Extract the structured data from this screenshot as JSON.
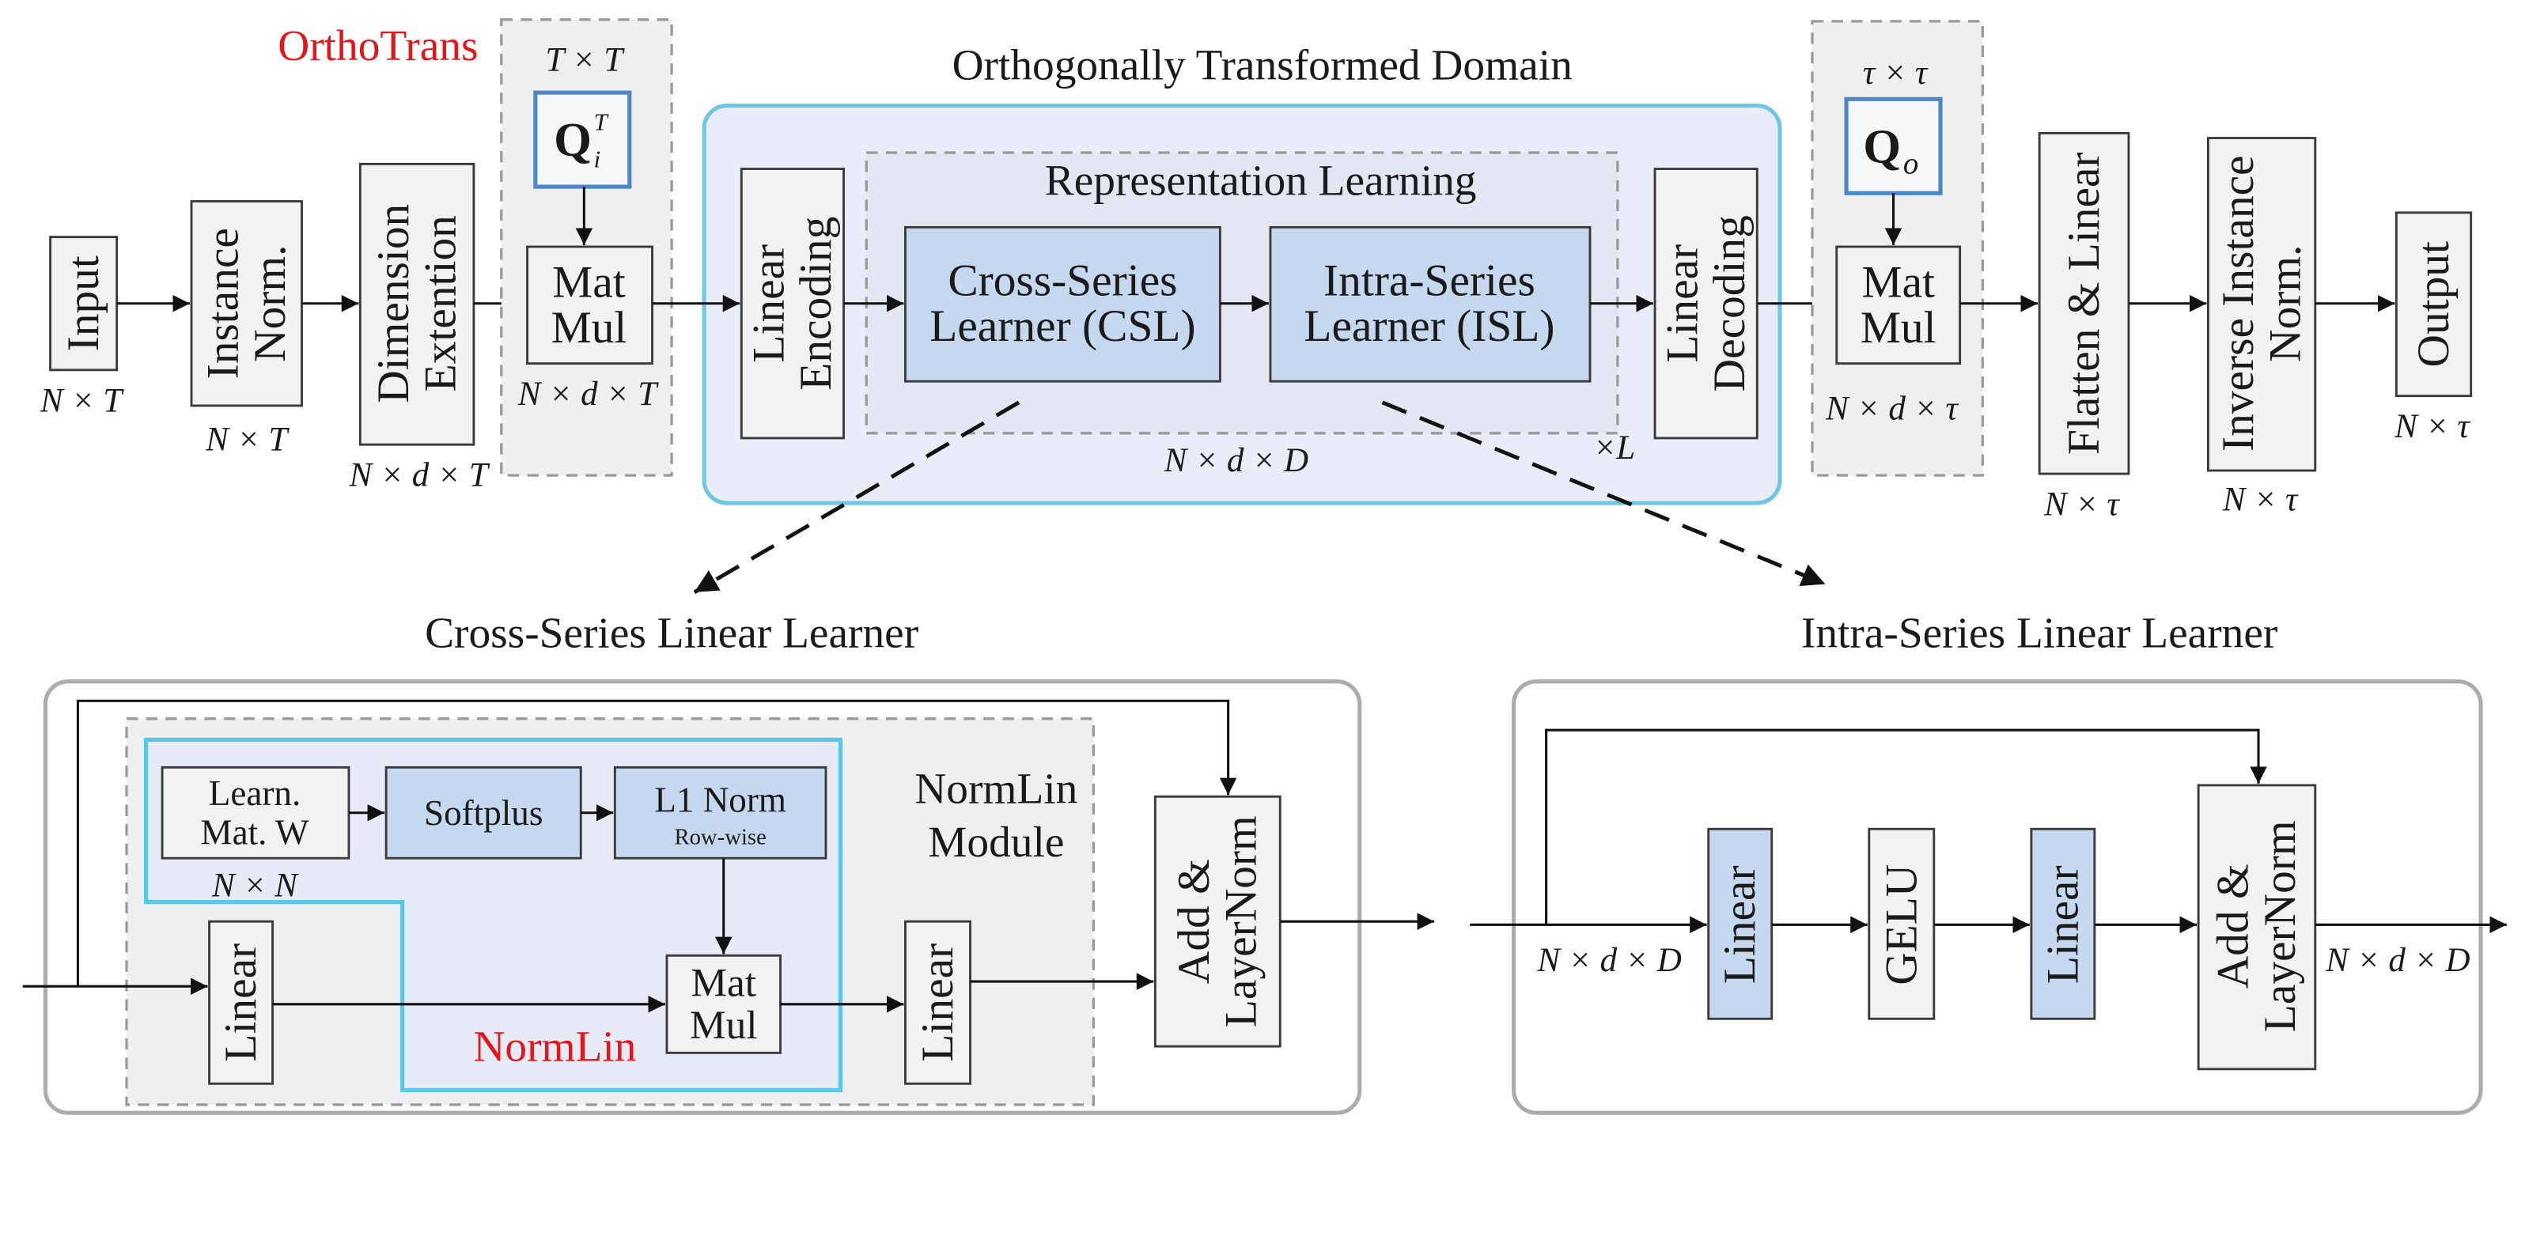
{
  "top": {
    "orthotrans_label": "OrthoTrans",
    "input": {
      "label": "Input",
      "shape": "N × T"
    },
    "instance_norm": {
      "lines": [
        "Instance",
        "Norm."
      ],
      "shape": "N × T"
    },
    "dimension_extension": {
      "lines": [
        "Dimension",
        "Extention"
      ],
      "shape": "N × d × T"
    },
    "forward_transform": {
      "matrix_size": "T × T",
      "q": {
        "base": "Q",
        "sub": "i",
        "sup": "T"
      },
      "matmul": [
        "Mat",
        "Mul"
      ],
      "shape": "N × d × T"
    },
    "domain": {
      "title": "Orthogonally Transformed Domain",
      "linear_encoding": [
        "Linear",
        "Encoding"
      ],
      "representation_learning": {
        "title": "Representation Learning",
        "csl": [
          "Cross-Series",
          "Learner (CSL)"
        ],
        "isl": [
          "Intra-Series",
          "Learner (ISL)"
        ],
        "repeat": "×L",
        "shape": "N × d × D"
      },
      "linear_decoding": [
        "Linear",
        "Decoding"
      ]
    },
    "inverse_transform": {
      "matrix_size": "τ × τ",
      "q": {
        "base": "Q",
        "sub": "o"
      },
      "matmul": [
        "Mat",
        "Mul"
      ],
      "shape": "N × d × τ"
    },
    "flatten_linear": {
      "label": "Flatten & Linear",
      "shape": "N × τ"
    },
    "inverse_instance_norm": {
      "lines": [
        "Inverse Instance",
        "Norm."
      ],
      "shape": "N × τ"
    },
    "output": {
      "label": "Output",
      "shape": "N × τ"
    }
  },
  "cross_series": {
    "title": "Cross-Series Linear Learner",
    "module_label": [
      "NormLin",
      "Module"
    ],
    "normlin_label": "NormLin",
    "learn_mat": [
      "Learn.",
      "Mat. W"
    ],
    "learn_mat_shape": "N × N",
    "softplus": "Softplus",
    "l1_norm": "L1 Norm",
    "l1_norm_note": "Row-wise",
    "matmul": [
      "Mat",
      "Mul"
    ],
    "linear_in": "Linear",
    "linear_out": "Linear",
    "add_norm": [
      "Add &",
      "LayerNorm"
    ]
  },
  "intra_series": {
    "title": "Intra-Series Linear Learner",
    "input_shape": "N × d × D",
    "linear_1": "Linear",
    "activation": "GELU",
    "linear_2": "Linear",
    "add_norm": [
      "Add &",
      "LayerNorm"
    ],
    "output_shape": "N × d × D"
  },
  "colors": {
    "blue_block": "#c5d8ef",
    "gray_block": "#f2f2f2",
    "domain_fill": "#e9edf7",
    "domain_border": "#6fc6e2",
    "normlin_border": "#5bc6e8",
    "q_border": "#4a86c8",
    "highlight_text": "#e3161b"
  }
}
